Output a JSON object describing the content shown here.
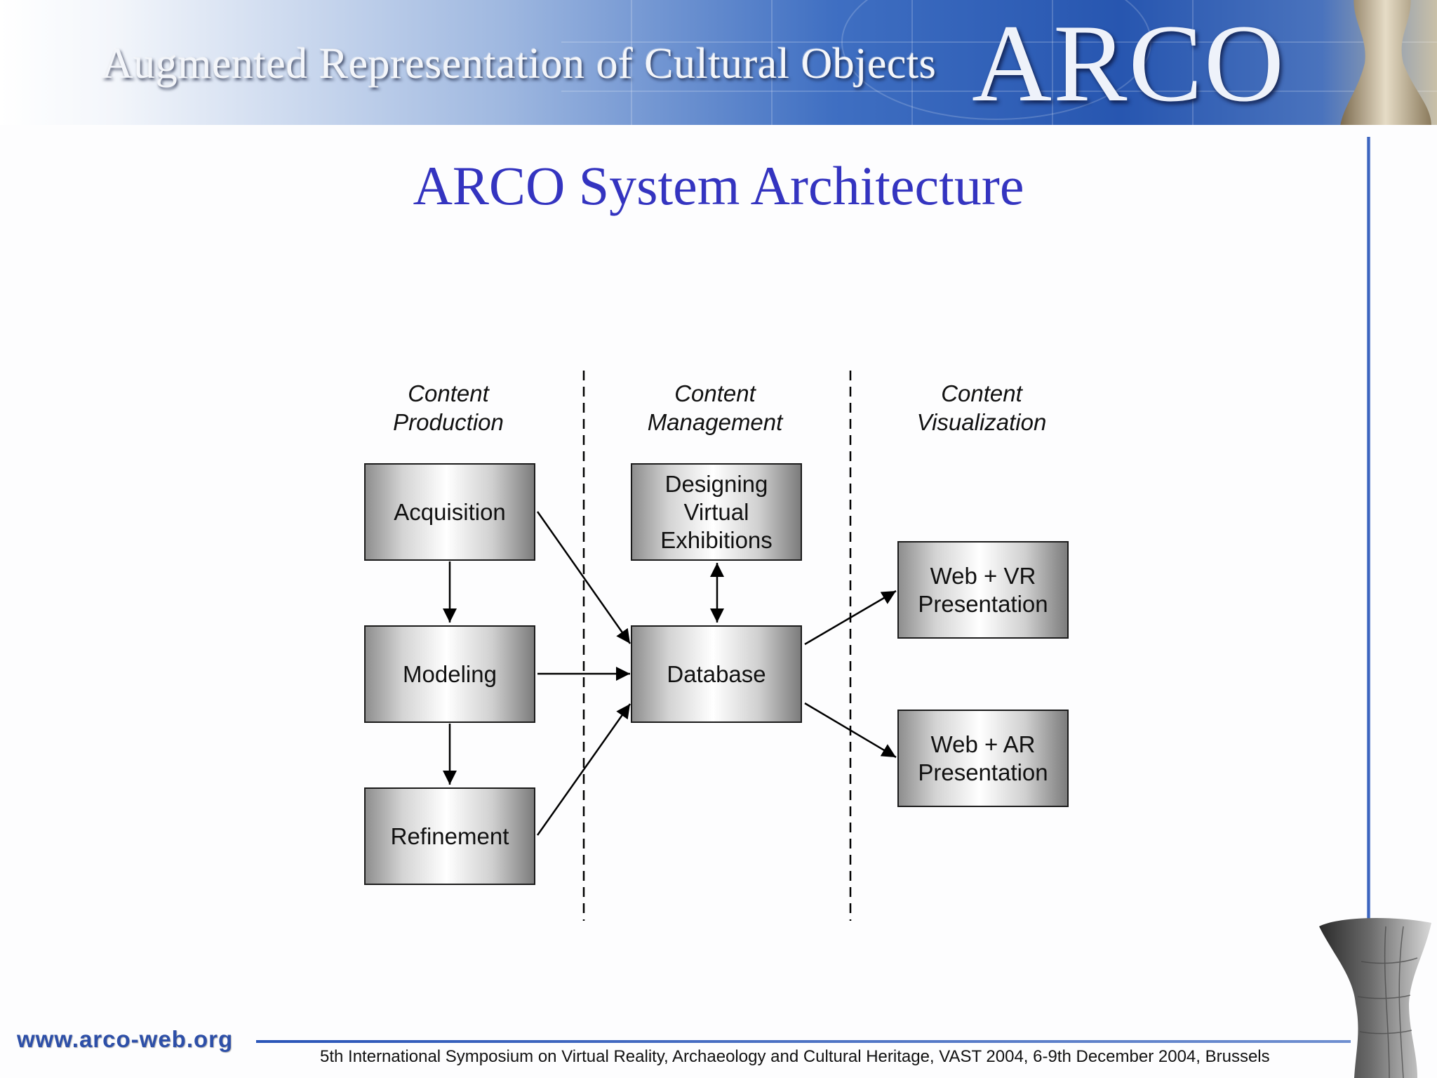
{
  "header": {
    "tagline": "Augmented Representation of Cultural Objects",
    "logo": "ARCO"
  },
  "slide": {
    "title": "ARCO System Architecture"
  },
  "diagram": {
    "columns": [
      {
        "line1": "Content",
        "line2": "Production"
      },
      {
        "line1": "Content",
        "line2": "Management"
      },
      {
        "line1": "Content",
        "line2": "Visualization"
      }
    ],
    "nodes": {
      "acquisition": [
        "Acquisition"
      ],
      "modeling": [
        "Modeling"
      ],
      "refinement": [
        "Refinement"
      ],
      "designing": [
        "Designing",
        "Virtual",
        "Exhibitions"
      ],
      "database": [
        "Database"
      ],
      "web_vr": [
        "Web + VR",
        "Presentation"
      ],
      "web_ar": [
        "Web + AR",
        "Presentation"
      ]
    },
    "edges": [
      {
        "from": "acquisition",
        "to": "modeling"
      },
      {
        "from": "modeling",
        "to": "refinement"
      },
      {
        "from": "acquisition",
        "to": "database"
      },
      {
        "from": "modeling",
        "to": "database"
      },
      {
        "from": "refinement",
        "to": "database"
      },
      {
        "from": "designing",
        "to": "database",
        "bidirectional": true
      },
      {
        "from": "database",
        "to": "web_vr"
      },
      {
        "from": "database",
        "to": "web_ar"
      }
    ]
  },
  "footer": {
    "url": "www.arco-web.org",
    "conference": "5th International Symposium on Virtual Reality, Archaeology and Cultural Heritage, VAST 2004, 6-9th December 2004, Brussels"
  }
}
